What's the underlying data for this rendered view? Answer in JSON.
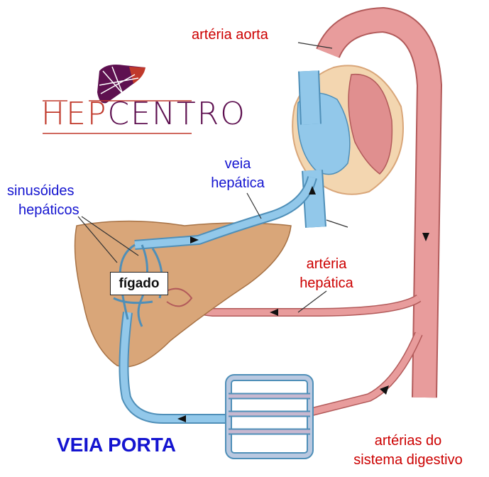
{
  "labels": {
    "arteria_aorta": "artéria aorta",
    "veia_hepatica": [
      "veia",
      "hepática"
    ],
    "sinusoides": [
      "sinusóides",
      "hepáticos"
    ],
    "arteria_hepatica": [
      "artéria",
      "hepática"
    ],
    "figado": "fígado",
    "veia_porta": "VEIA PORTA",
    "arterias_digestivo": [
      "artérias do",
      "sistema digestivo"
    ]
  },
  "logo": {
    "text_a": "HEP",
    "text_b": "CENTRO"
  },
  "colors": {
    "artery": "#e89c9c",
    "vein": "#92c8ea",
    "liver": "#d9a679",
    "label_red": "#cc0000",
    "label_blue": "#1414d0",
    "logo_red": "#c0392b",
    "logo_purple": "#5e1050"
  }
}
